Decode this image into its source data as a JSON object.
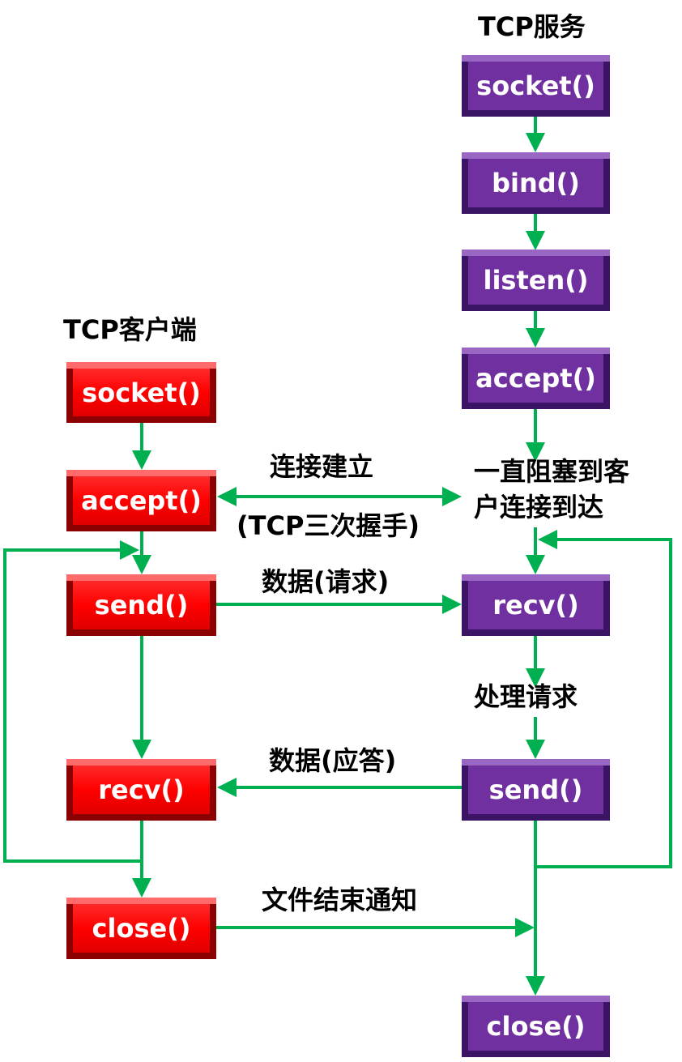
{
  "server": {
    "title": "TCP服务",
    "boxes": {
      "socket": "socket()",
      "bind": "bind()",
      "listen": "listen()",
      "accept": "accept()",
      "recv": "recv()",
      "send": "send()",
      "close": "close()"
    },
    "block_note_line1": "一直阻塞到客",
    "block_note_line2": "户连接到达",
    "process_note": "处理请求"
  },
  "client": {
    "title": "TCP客户端",
    "boxes": {
      "socket": "socket()",
      "accept": "accept()",
      "send": "send()",
      "recv": "recv()",
      "close": "close()"
    }
  },
  "links": {
    "connect_line1": "连接建立",
    "connect_line2": "(TCP三次握手)",
    "request": "数据(请求)",
    "response": "数据(应答)",
    "eof": "文件结束通知"
  },
  "colors": {
    "arrow": "#00b050",
    "client_box": "#ff0000",
    "server_box": "#7030a0"
  }
}
